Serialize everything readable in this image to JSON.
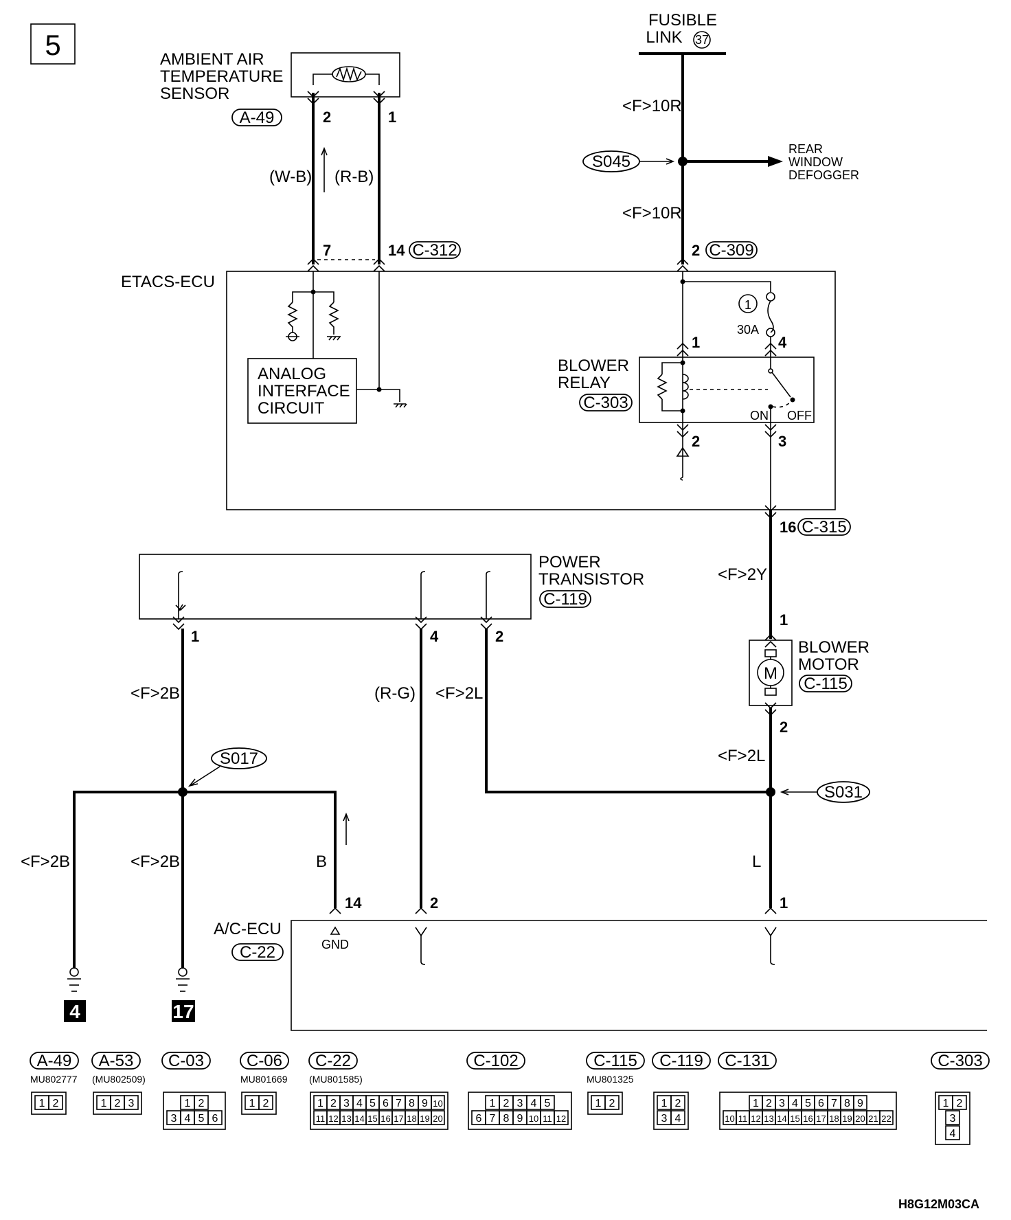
{
  "page_number": "5",
  "drawing_code": "H8G12M03CA",
  "components": {
    "fusible_link": {
      "line1": "FUSIBLE",
      "line2": "LINK",
      "number": "37"
    },
    "ambient_sensor": {
      "line1": "AMBIENT AIR",
      "line2": "TEMPERATURE",
      "line3": "SENSOR",
      "connector": "A-49"
    },
    "etacs_ecu": {
      "name": "ETACS-ECU"
    },
    "analog_circuit": {
      "line1": "ANALOG",
      "line2": "INTERFACE",
      "line3": "CIRCUIT"
    },
    "blower_relay": {
      "line1": "BLOWER",
      "line2": "RELAY",
      "connector": "C-303",
      "fuse_number": "1",
      "fuse_rating": "30A",
      "on": "ON",
      "off": "OFF"
    },
    "power_transistor": {
      "line1": "POWER",
      "line2": "TRANSISTOR",
      "connector": "C-119"
    },
    "blower_motor": {
      "line1": "BLOWER",
      "line2": "MOTOR",
      "connector": "C-115",
      "symbol": "M"
    },
    "ac_ecu": {
      "name": "A/C-ECU",
      "connector": "C-22",
      "gnd": "GND"
    },
    "rear_defogger": {
      "line1": "REAR",
      "line2": "WINDOW",
      "line3": "DEFOGGER"
    }
  },
  "connectors_inline": {
    "c312": "C-312",
    "c309": "C-309",
    "c315": "C-315"
  },
  "splices": {
    "s045": "S045",
    "s017": "S017",
    "s031": "S031"
  },
  "pins": {
    "sensor_2": "2",
    "sensor_1": "1",
    "etacs_7": "7",
    "etacs_14": "14",
    "etacs_2": "2",
    "relay_1": "1",
    "relay_4": "4",
    "relay_2": "2",
    "relay_3": "3",
    "c315_16": "16",
    "motor_1": "1",
    "motor_2": "2",
    "pt_1": "1",
    "pt_4": "4",
    "pt_2": "2",
    "ac_14": "14",
    "ac_2": "2",
    "ac_1": "1"
  },
  "wire_labels": {
    "wb": "(W-B)",
    "rb": "(R-B)",
    "f10r_upper": "<F>10R",
    "f10r_lower": "<F>10R",
    "f2y": "<F>2Y",
    "f2l_motor": "<F>2L",
    "f2b_pt": "<F>2B",
    "rg": "(R-G)",
    "f2l_pt": "<F>2L",
    "f2b_left": "<F>2B",
    "f2b_mid": "<F>2B",
    "b": "B",
    "l": "L"
  },
  "grounds": {
    "g4": "4",
    "g17": "17"
  },
  "legend": [
    {
      "code": "A-49",
      "part": "MU802777",
      "rows": [
        [
          "1",
          "2"
        ]
      ]
    },
    {
      "code": "A-53",
      "part": "(MU802509)",
      "rows": [
        [
          "1",
          "2",
          "3"
        ]
      ]
    },
    {
      "code": "C-03",
      "part": "",
      "rows": [
        [
          "1",
          "2"
        ],
        [
          "3",
          "4",
          "5",
          "6"
        ]
      ]
    },
    {
      "code": "C-06",
      "part": "MU801669",
      "rows": [
        [
          "1",
          "2"
        ]
      ]
    },
    {
      "code": "C-22",
      "part": "(MU801585)",
      "rows": [
        [
          "1",
          "2",
          "3",
          "4",
          "5",
          "6",
          "7",
          "8",
          "9",
          "10"
        ],
        [
          "11",
          "12",
          "13",
          "14",
          "15",
          "16",
          "17",
          "18",
          "19",
          "20"
        ]
      ]
    },
    {
      "code": "C-102",
      "part": "",
      "rows": [
        [
          "1",
          "2",
          "3",
          "4",
          "5"
        ],
        [
          "6",
          "7",
          "8",
          "9",
          "10",
          "11",
          "12"
        ]
      ]
    },
    {
      "code": "C-115",
      "part": "MU801325",
      "rows": [
        [
          "1",
          "2"
        ]
      ]
    },
    {
      "code": "C-119",
      "part": "",
      "rows": [
        [
          "1",
          "2"
        ],
        [
          "3",
          "4"
        ]
      ]
    },
    {
      "code": "C-131",
      "part": "",
      "rows": [
        [
          "1",
          "2",
          "3",
          "4",
          "5",
          "6",
          "7",
          "8",
          "9"
        ],
        [
          "10",
          "11",
          "12",
          "13",
          "14",
          "15",
          "16",
          "17",
          "18",
          "19",
          "20",
          "21",
          "22"
        ]
      ]
    },
    {
      "code": "C-303",
      "part": "",
      "rows": [
        [
          "1",
          "2"
        ],
        [
          "3"
        ],
        [
          "4"
        ]
      ]
    }
  ]
}
